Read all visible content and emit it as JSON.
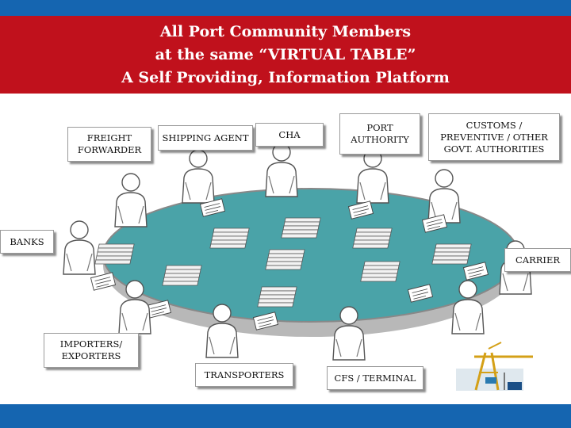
{
  "header": {
    "line1": "All Port Community Members",
    "line2": "at the same “VIRTUAL TABLE”",
    "line3": "A Self Providing,  Information Platform"
  },
  "labels": {
    "freight_forwarder": "FREIGHT\nFORWARDER",
    "shipping_agent": "SHIPPING AGENT",
    "cha": "CHA",
    "port_authority": "PORT\nAUTHORITY",
    "customs": "CUSTOMS /\nPREVENTIVE / OTHER\nGOVT. AUTHORITIES",
    "banks": "BANKS",
    "carrier": "CARRIER",
    "importers": "IMPORTERS/\nEXPORTERS",
    "transporters": "TRANSPORTERS",
    "cfs": "CFS / TERMINAL"
  },
  "colors": {
    "banner": "#c0111c",
    "bars": "#1565b0",
    "table_top": "#4aa3a8",
    "table_edge": "#b8b8b8"
  },
  "icons": [
    "person-icon",
    "document-stack-icon",
    "crane-icon"
  ]
}
